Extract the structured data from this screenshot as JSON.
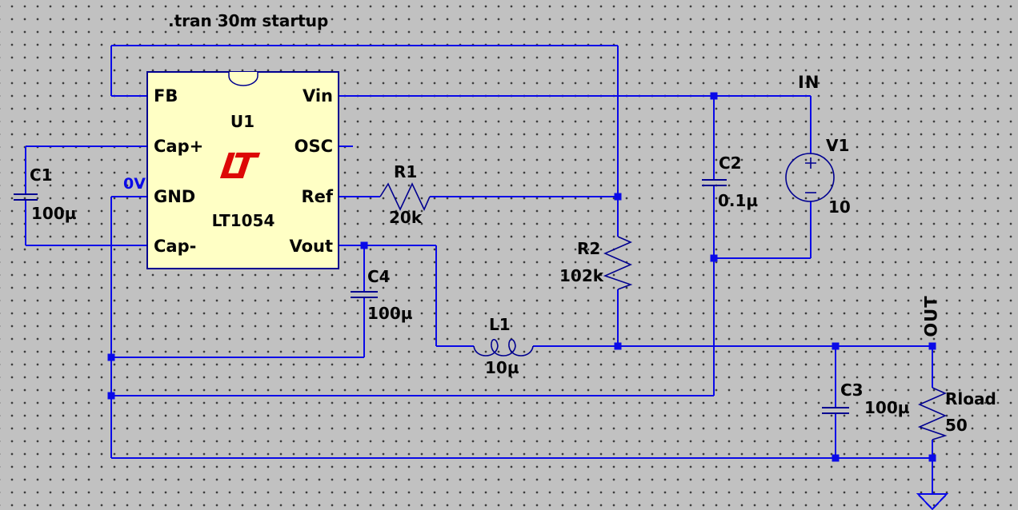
{
  "directive": ".tran 30m startup",
  "ic": {
    "ref": "U1",
    "part": "LT1054",
    "logo": "LT",
    "pins": {
      "fb": "FB",
      "cap_plus": "Cap+",
      "gnd": "GND",
      "cap_minus": "Cap-",
      "vin": "Vin",
      "osc": "OSC",
      "ref": "Ref",
      "vout": "Vout"
    }
  },
  "components": {
    "C1": {
      "ref": "C1",
      "value": "100µ"
    },
    "C2": {
      "ref": "C2",
      "value": "0.1µ"
    },
    "C3": {
      "ref": "C3",
      "value": "100µ"
    },
    "C4": {
      "ref": "C4",
      "value": "100µ"
    },
    "R1": {
      "ref": "R1",
      "value": "20k"
    },
    "R2": {
      "ref": "R2",
      "value": "102k"
    },
    "Rload": {
      "ref": "Rload",
      "value": "50"
    },
    "L1": {
      "ref": "L1",
      "value": "10µ"
    },
    "V1": {
      "ref": "V1",
      "value": "10"
    }
  },
  "nets": {
    "in": "IN",
    "out": "OUT",
    "gnd_marker": "0V"
  },
  "colors": {
    "background": "#C1C1C1",
    "wire": "#0A0AE8",
    "symbol_outline": "#000090",
    "ic_fill": "#FFFFC5",
    "logo_red": "#DD0806",
    "text": "#050505",
    "net_label_blue": "#0A0AE8"
  }
}
